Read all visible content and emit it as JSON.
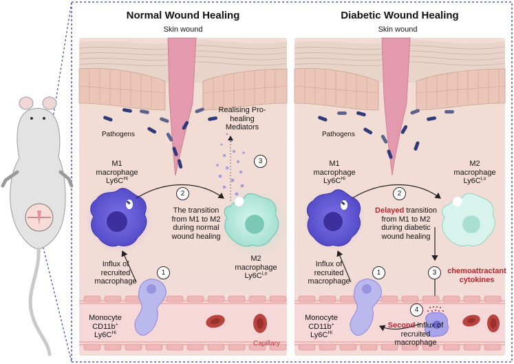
{
  "panels": [
    {
      "title": "Normal Wound Healing",
      "skin_wound": "Skin wound",
      "pathogens": "Pathogens",
      "m1_label": [
        "M1",
        "macrophage",
        "Ly6C",
        "Hi"
      ],
      "m2_label": [
        "M2",
        "macrophage",
        "Ly6C",
        "Lo"
      ],
      "transition": [
        "The transition",
        "from M1 to M2",
        "during normal",
        "wound healing"
      ],
      "mediators": [
        "Realising Pro-",
        "healing",
        "Mediators"
      ],
      "influx": [
        "Influx of",
        "recruited",
        "macrophage"
      ],
      "monocyte": [
        "Monocyte",
        "CD11b",
        "+",
        "Ly6C",
        "Hi"
      ],
      "capillary": "Capillary",
      "steps": [
        "1",
        "2",
        "3"
      ]
    },
    {
      "title": "Diabetic Wound Healing",
      "skin_wound": "Skin wound",
      "pathogens": "Pathogens",
      "m1_label": [
        "M1",
        "macrophage",
        "Ly6C",
        "Hi"
      ],
      "m2_label": [
        "M2",
        "macrophage",
        "Ly6C",
        "Lo"
      ],
      "transition_highlight": "Delayed",
      "transition": [
        " transition",
        "from M1 to M2",
        "during diabetic",
        "wound healing"
      ],
      "cytokines": [
        "chemoattractant",
        "cytokines"
      ],
      "influx": [
        "Influx of",
        "recruited",
        "macrophage"
      ],
      "second_highlight": "Second",
      "second_influx": [
        " influx of",
        "recruited",
        "macrophage"
      ],
      "monocyte": [
        "Monocyte",
        "CD11b",
        "+",
        "Ly6C",
        "Hi"
      ],
      "steps": [
        "1",
        "2",
        "3",
        "4"
      ]
    }
  ],
  "colors": {
    "frame": "#5560a8",
    "m1_fill": "#6f6ad8",
    "m2_fill": "#b9ebe0",
    "wound": "#e49aae",
    "vessel": "#f6d8d8",
    "rbc": "#b8443f",
    "highlight_text": "#b3262a"
  }
}
